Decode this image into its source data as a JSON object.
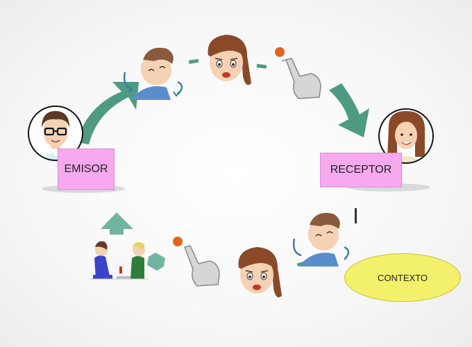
{
  "labels": {
    "emisor": "EMISOR",
    "receptor": "RECEPTOR",
    "contexto": "CONTEXTO"
  },
  "colors": {
    "arrow": "#4f9a82",
    "label_box": "#f6a9ef",
    "contexto_oval": "#f3f06b",
    "skin": "#f6d2b4",
    "woman_hair": "#8a4a2a",
    "man_hair": "#5b3a24",
    "ball": "#e2631f"
  },
  "icons": [
    "man-avatar-icon",
    "woman-avatar-icon",
    "worried-girl-icon",
    "thinking-man-icon",
    "pointing-hand-icon",
    "orange-ball-icon",
    "children-playing-icon"
  ]
}
